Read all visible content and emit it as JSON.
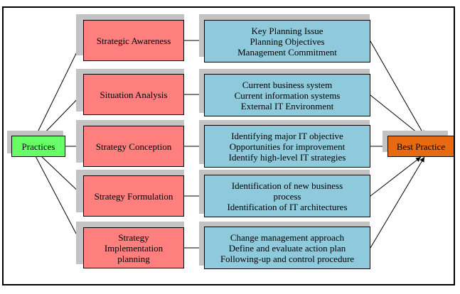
{
  "practices_label": "Practices",
  "best_practice_label": "Best Practice",
  "rows": [
    {
      "strategy": "Strategic Awareness",
      "detail": "Key Planning Issue\nPlanning Objectives\nManagement Commitment"
    },
    {
      "strategy": "Situation Analysis",
      "detail": "Current business  system\nCurrent information systems\nExternal IT Environment"
    },
    {
      "strategy": "Strategy Conception",
      "detail": "Identifying major IT objective\nOpportunities for improvement\nIdentify high-level IT strategies"
    },
    {
      "strategy": "Strategy Formulation",
      "detail": "Identification of new business\nprocess\nIdentification of IT architectures"
    },
    {
      "strategy": "Strategy\nImplementation\nplanning",
      "detail": "Change management approach\nDefine and evaluate action plan\nFollowing-up and control procedure"
    }
  ],
  "colors": {
    "strategy_fill": "#ff7f7f",
    "detail_fill": "#8ecadb",
    "practices_fill": "#66ff66",
    "best_practice_fill": "#e86a10",
    "shadow": "#c3c3c3"
  }
}
